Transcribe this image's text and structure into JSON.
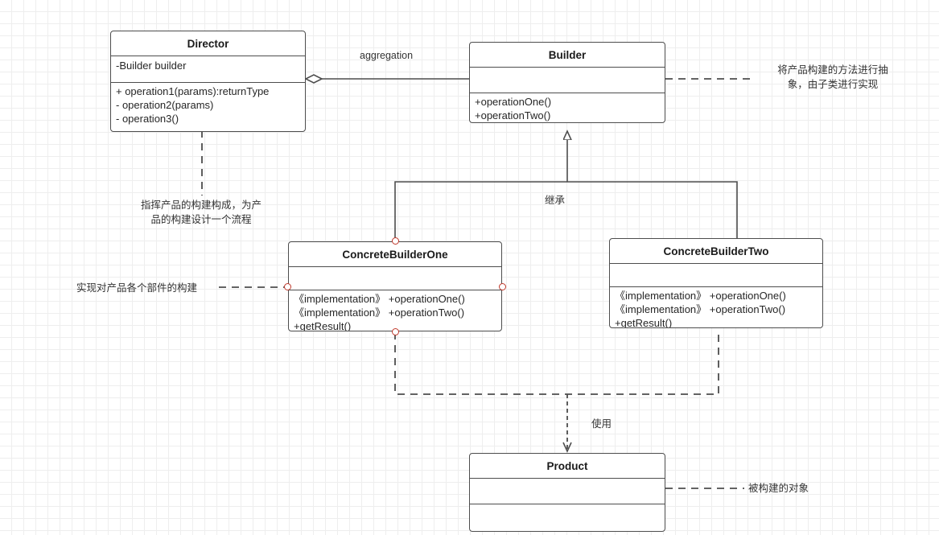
{
  "diagram": {
    "title": "Builder Pattern UML Class Diagram",
    "colors": {
      "box_border": "#4d4d4d",
      "edge": "#4d4d4d",
      "text": "#262626",
      "handle": "#c0392b",
      "grid_minor": "#eeeeee",
      "grid_major": "#e3e3e3"
    }
  },
  "classes": {
    "director": {
      "name": "Director",
      "attributes": [
        "-Builder builder"
      ],
      "operations": [
        "+ operation1(params):returnType",
        "- operation2(params)",
        "- operation3()"
      ]
    },
    "builder": {
      "name": "Builder",
      "attributes": [],
      "operations": [
        "+operationOne()",
        "+operationTwo()"
      ]
    },
    "concrete_builder_one": {
      "name": "ConcreteBuilderOne",
      "attributes": [],
      "operations": [
        "《implementation》 +operationOne()",
        "《implementation》 +operationTwo()",
        "+getResult()"
      ],
      "selected": true
    },
    "concrete_builder_two": {
      "name": "ConcreteBuilderTwo",
      "attributes": [],
      "operations": [
        "《implementation》 +operationOne()",
        "《implementation》 +operationTwo()",
        "+getResult()"
      ],
      "selected": false
    },
    "product": {
      "name": "Product",
      "attributes": [],
      "operations": []
    }
  },
  "edge_labels": {
    "aggregation": "aggregation",
    "inheritance": "继承",
    "usage": "使用"
  },
  "notes": {
    "builder_note": "将产品构建的方法进行抽\n象，由子类进行实现",
    "director_note": "指挥产品的构建构成，为产\n品的构建设计一个流程",
    "concrete_builder_note": "实现对产品各个部件的构建",
    "product_note": "被构建的对象"
  }
}
